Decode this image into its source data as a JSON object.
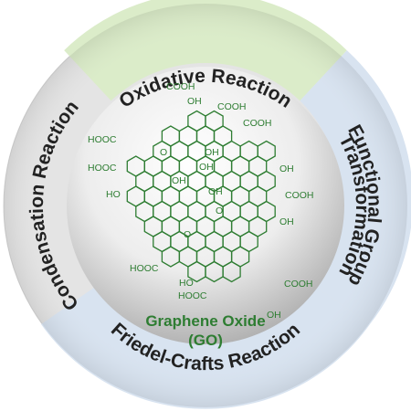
{
  "segments": [
    {
      "label": "Oxidative Reaction",
      "color": "#dbecc9"
    },
    {
      "label": "Functional Group",
      "label2": "Transformation",
      "color": "#d8e3f0"
    },
    {
      "label": "Friedel-Crafts Reaction",
      "color": "#d8e3f0"
    },
    {
      "label": "Condensation Reaction",
      "color": "#dfdfdf"
    }
  ],
  "center": {
    "title": "Graphene Oxide",
    "subtitle": "(GO)"
  },
  "groups": {
    "cooh": "COOH",
    "hooc": "HOOC",
    "oh": "OH",
    "ho": "HO",
    "o": "O"
  },
  "colors": {
    "structure": "#2e7d32",
    "outer_ring": "#e4e4e4",
    "inner_sphere": "#cfcfcf"
  }
}
